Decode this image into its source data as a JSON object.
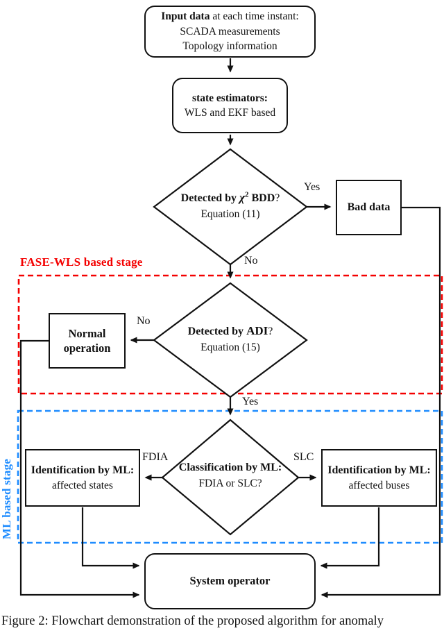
{
  "colors": {
    "stage_red": "#f40000",
    "stage_blue": "#1e8cff",
    "line": "#111111"
  },
  "stages": {
    "fase_label": "FASE-WLS based stage",
    "ml_label": "ML based stage"
  },
  "nodes": {
    "input": {
      "head": "Input data",
      "rest": " at each time instant:",
      "line2": "SCADA measurements",
      "line3": "Topology information"
    },
    "estimators": {
      "head": "state estimators:",
      "line2": "WLS and EKF based"
    },
    "bdd": {
      "pre": "Detected by ",
      "chi": "χ",
      "exp": "2",
      "post": " BDD",
      "q": "?",
      "eq": "Equation (11)"
    },
    "bad_data": {
      "label": "Bad data"
    },
    "adi": {
      "pre": "Detected by ",
      "name": "ADI",
      "q": "?",
      "eq": "Equation (15)"
    },
    "normal": {
      "line1": "Normal",
      "line2": "operation"
    },
    "classify": {
      "line1": "Classification by ML:",
      "line2": "FDIA or SLC?"
    },
    "ident_states": {
      "line1": "Identification by ML:",
      "line2": "affected states"
    },
    "ident_buses": {
      "line1": "Identification by ML:",
      "line2": "affected buses"
    },
    "operator": {
      "label": "System operator"
    }
  },
  "edges": {
    "yes_bdd": "Yes",
    "no_bdd": "No",
    "no_adi": "No",
    "yes_adi": "Yes",
    "fdia": "FDIA",
    "slc": "SLC"
  },
  "caption": "Figure 2: Flowchart demonstration of the proposed algorithm for anomaly"
}
